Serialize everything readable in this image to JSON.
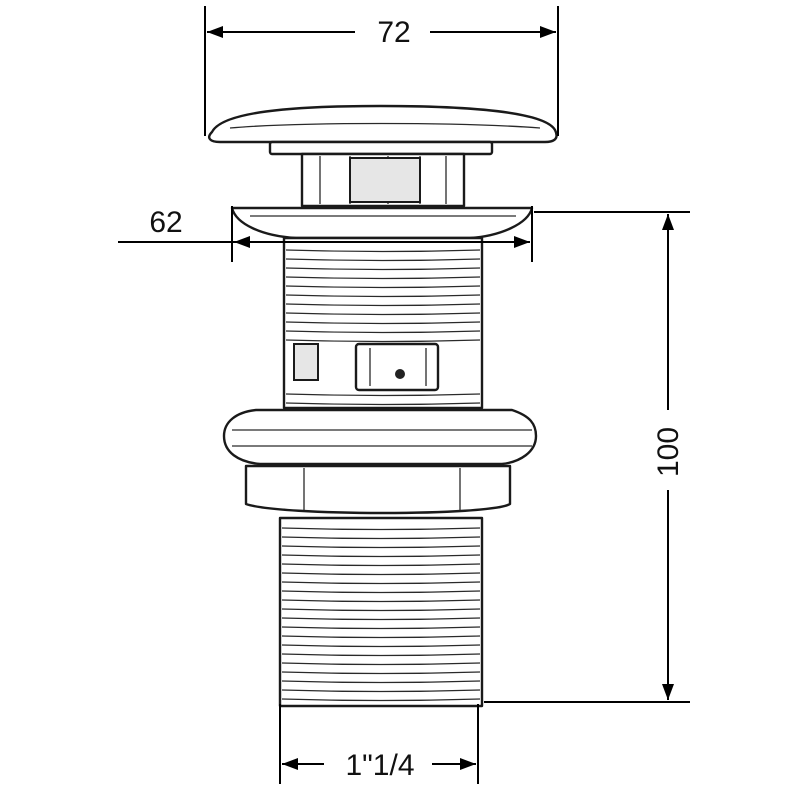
{
  "dimensions": {
    "cap_diameter": "72",
    "flange_diameter": "62",
    "height": "100",
    "thread_size": "1\"1/4"
  }
}
